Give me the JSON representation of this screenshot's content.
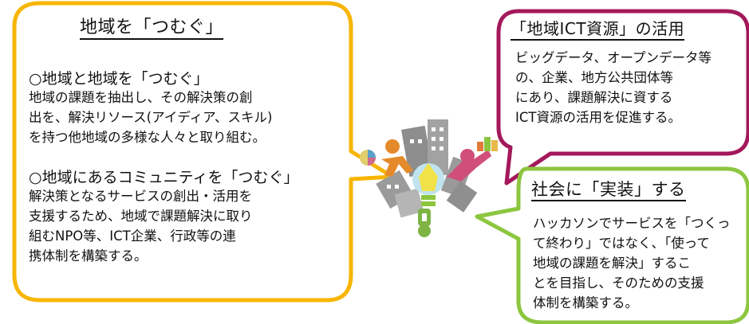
{
  "left_bubble": {
    "title": "地域を「つむぐ」",
    "section1": {
      "heading": "○地域と地域を「つむぐ」",
      "lines": [
        "地域の課題を抽出し、その解決策の創",
        "出を、解決リソース(アイディア、スキル)",
        "を持つ他地域の多様な人々と取り組む。"
      ]
    },
    "section2": {
      "heading": "○地域にあるコミュニティを「つむぐ」",
      "lines": [
        "解決策となるサービスの創出・活用を",
        "支援するため、地域で課題解決に取り",
        "組むNPO等、ICT企業、行政等の連",
        "携体制を構築する。"
      ]
    },
    "color": "#f7b500"
  },
  "top_right_bubble": {
    "title": "「地域ICT資源」の活用",
    "lines": [
      "ビッグデータ、オープンデータ等",
      "の、企業、地方公共団体等",
      "にあり、課題解決に資する",
      "ICT資源の活用を促進する。"
    ],
    "color": "#a3195b"
  },
  "bottom_right_bubble": {
    "title": "社会に「実装」する",
    "lines": [
      "ハッカソンでサービスを「つくっ",
      "て終わり」ではなく、「使って",
      "地域の課題を解決」するこ",
      "とを目指し、そのための支援",
      "体制を構築する。"
    ],
    "color": "#8cc63f"
  },
  "center_illustration": {
    "icon": "city-lightbulb-people-icon"
  }
}
